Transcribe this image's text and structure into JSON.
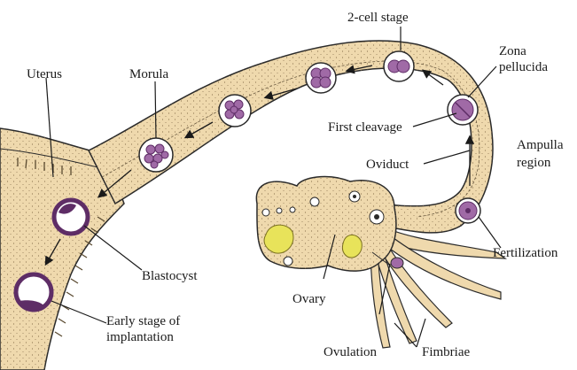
{
  "labels": {
    "two_cell": "2-cell stage",
    "zona_line1": "Zona",
    "zona_line2": "pellucida",
    "uterus": "Uterus",
    "morula": "Morula",
    "first_cleavage": "First cleavage",
    "ampulla_line1": "Ampulla",
    "ampulla_line2": "region",
    "oviduct": "Oviduct",
    "fertilization": "Fertilization",
    "blastocyst": "Blastocyst",
    "ovary": "Ovary",
    "early_line1": "Early stage of",
    "early_line2": "implantation",
    "ovulation": "Ovulation",
    "fimbriae": "Fimbriae"
  },
  "colors": {
    "tissue": "#efd9ad",
    "tissue_dark": "#dcbf86",
    "cell": "#a06aa6",
    "cell_dark": "#5e2d66",
    "ovary_follicle": "#e8e35a",
    "outline": "#2a2a2a"
  }
}
